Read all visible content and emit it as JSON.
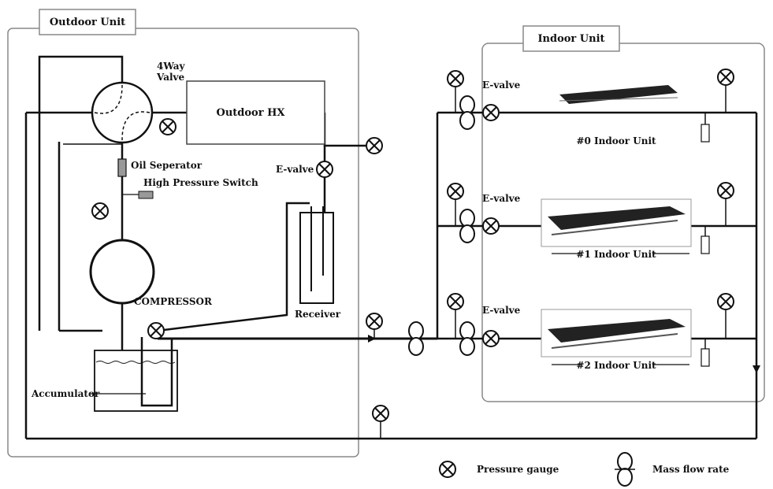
{
  "outdoor": {
    "title": "Outdoor Unit",
    "four_way_line1": "4Way",
    "four_way_line2": "Valve",
    "outdoor_hx": "Outdoor HX",
    "oil_separator": "Oil Seperator",
    "high_pressure_switch": "High Pressure Switch",
    "e_valve": "E-valve",
    "receiver": "Receiver",
    "compressor": "COMPRESSOR",
    "accumulator": "Accumulator"
  },
  "indoor": {
    "title": "Indoor Unit",
    "units": [
      {
        "evalve": "E-valve",
        "name": "#0 Indoor Unit"
      },
      {
        "evalve": "E-valve",
        "name": "#1 Indoor Unit"
      },
      {
        "evalve": "E-valve",
        "name": "#2 Indoor Unit"
      }
    ]
  },
  "legend": {
    "pressure_gauge": "Pressure gauge",
    "mass_flow_rate": "Mass flow rate"
  },
  "colors": {
    "line": "#1a1a1a",
    "box": "#888888",
    "coil_dark": "#222222"
  }
}
